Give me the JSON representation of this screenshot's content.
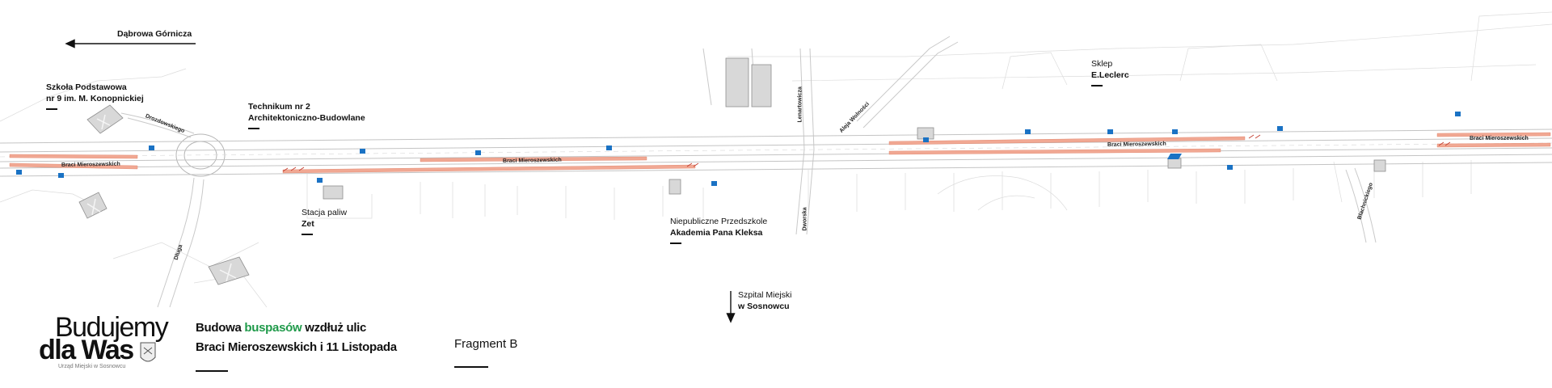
{
  "directions": {
    "west": "Dąbrowa Górnicza",
    "south_line1": "Szpital Miejski",
    "south_line2": "w Sosnowcu"
  },
  "landmarks": {
    "school_line1": "Szkoła Podstawowa",
    "school_line2": "nr 9 im. M. Konopnickiej",
    "technikum_line1": "Technikum nr 2",
    "technikum_line2": "Architektoniczno-Budowlane",
    "station_line1": "Stacja paliw",
    "station_line2": "Zet",
    "preschool_line1": "Niepubliczne Przedszkole",
    "preschool_line2": "Akademia Pana Kleksa",
    "shop_line1": "Sklep",
    "shop_line2": "E.Leclerc"
  },
  "streets": {
    "braci_1": "Braci Mieroszewskich",
    "braci_2": "Braci Mieroszewskich",
    "braci_3": "Braci Mieroszewskich",
    "braci_4": "Braci Mieroszewskich",
    "drozdowskiego": "Drozdowskiego",
    "dluga": "Długa",
    "lenartowicza": "Lenartowicza",
    "aleja": "Aleja Wolności",
    "dworska": "Dworska",
    "blachnickiego": "Blachnickiego"
  },
  "logo": {
    "line1": "Budujemy",
    "line2": "dla Was",
    "line3": "Urząd Miejski w Sosnowcu"
  },
  "title": {
    "part1": "Budowa ",
    "highlight": "buspasów",
    "part2": " wzdłuż ulic",
    "line2": "Braci Mieroszewskich i 11 Listopada"
  },
  "fragment": "Fragment B",
  "colors": {
    "bus_lane": "#f1a893",
    "highlight": "#1f9a4a",
    "sign_blue": "#1a72c4",
    "map_line": "#c9c9c9",
    "building": "#9a9a9a"
  }
}
